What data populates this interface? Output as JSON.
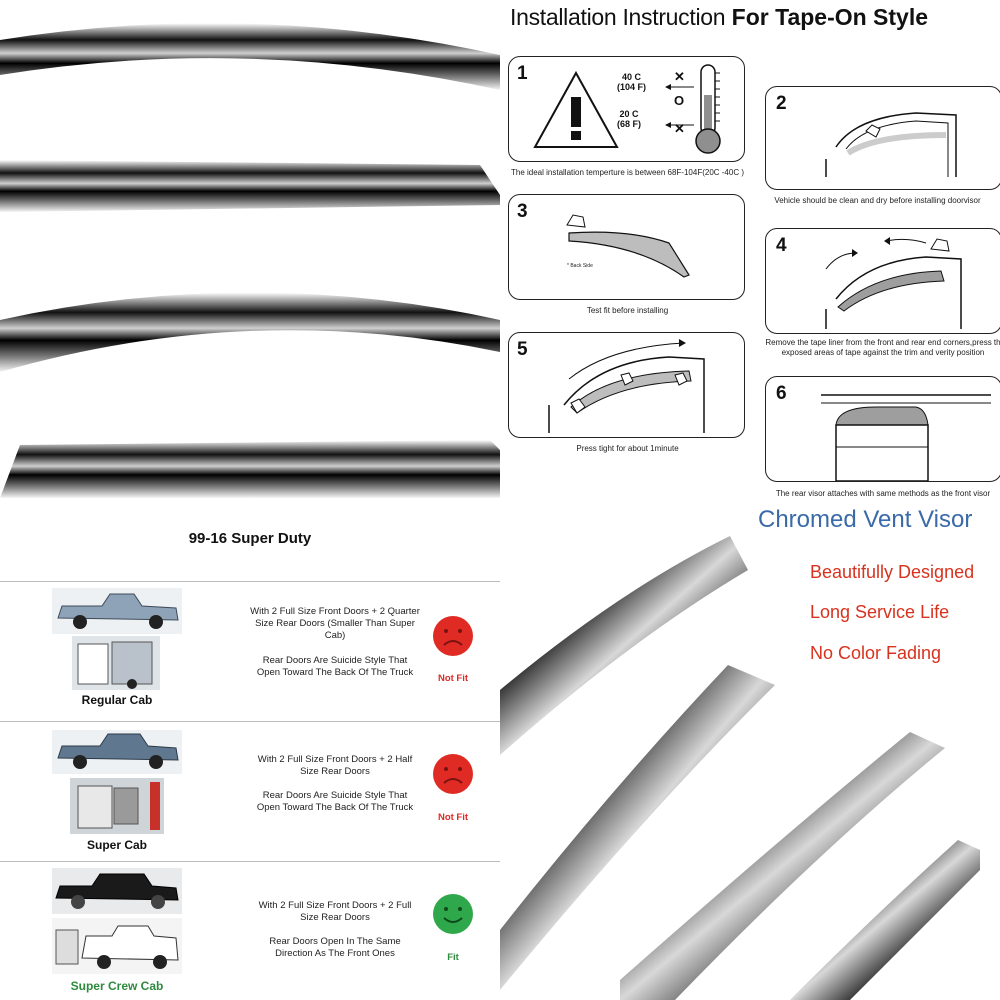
{
  "installation": {
    "title_part1": "Installation Instruction",
    "title_part2": "For Tape-On Style",
    "steps": [
      {
        "num": "1",
        "caption": "The ideal installation temperture is between 68F-104F(20C -40C )"
      },
      {
        "num": "2",
        "caption": "Vehicle should be clean and dry before installing doorvisor"
      },
      {
        "num": "3",
        "caption": "Test fit before installing",
        "note": "* Back Side"
      },
      {
        "num": "4",
        "caption_line1": "Remove the tape liner from the front and rear end corners,press th",
        "caption_line2": "exposed areas of tape against the trim and verity position"
      },
      {
        "num": "5",
        "caption": "Press tight for about 1minute"
      },
      {
        "num": "6",
        "caption": "The rear visor attaches with same methods as the front visor"
      }
    ],
    "temp_high_c": "40 C",
    "temp_high_f": "(104 F)",
    "temp_low_c": "20 C",
    "temp_low_f": "(68 F)",
    "mark_x": "✕",
    "mark_o": "O"
  },
  "compatibility": {
    "title": "99-16 Super Duty",
    "rows": [
      {
        "cab": "Regular Cab",
        "desc1": "With 2 Full Size Front Doors + 2 Quarter Size Rear Doors (Smaller Than Super Cab)",
        "desc2": "Rear Doors Are Suicide Style That Open Toward The Back Of The Truck",
        "status": "Not Fit"
      },
      {
        "cab": "Super Cab",
        "desc1": "With 2 Full Size Front Doors + 2 Half Size Rear Doors",
        "desc2": "Rear Doors Are Suicide Style That Open Toward The Back Of The Truck",
        "status": "Not Fit"
      },
      {
        "cab": "Super Crew Cab",
        "desc1": "With 2 Full Size Front Doors + 2 Full Size Rear Doors",
        "desc2": "Rear Doors Open In The Same Direction As The Front Ones",
        "status": "Fit"
      }
    ]
  },
  "marketing": {
    "brand": "Chromed Vent Visor",
    "features": [
      "Beautifully Designed",
      "Long Service Life",
      "No Color Fading"
    ]
  },
  "colors": {
    "brand_blue": "#3a6aa8",
    "feature_red": "#d8321e",
    "notfit_red": "#e02a24",
    "fit_green": "#2ea84a"
  }
}
